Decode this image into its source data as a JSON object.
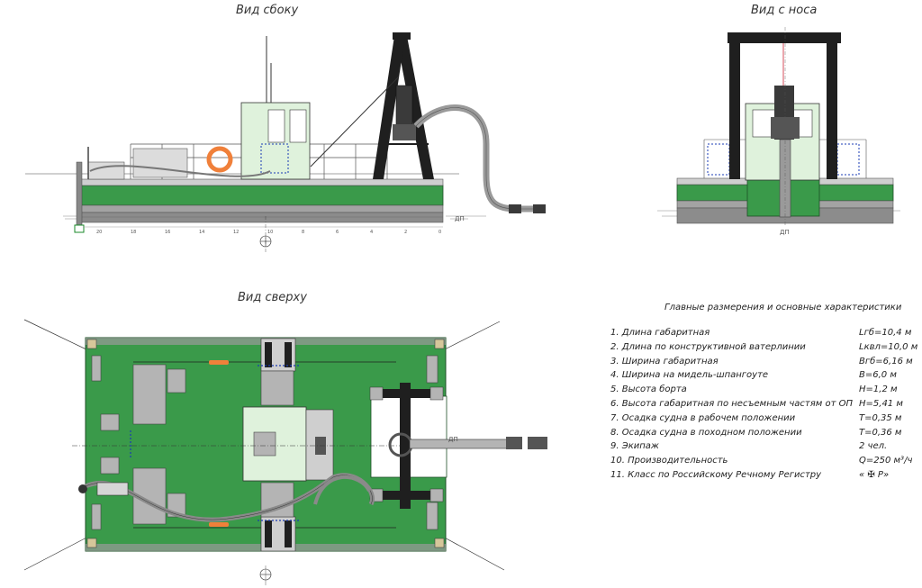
{
  "views": {
    "side": "Вид сбоку",
    "bow": "Вид с носа",
    "top": "Вид сверху"
  },
  "waterline_label": "ДП",
  "waterline_label_bow": "ДП",
  "frames": [
    "20",
    "18",
    "16",
    "14",
    "12",
    "10",
    "8",
    "6",
    "4",
    "2",
    "0"
  ],
  "specs": {
    "title": "Главные размерения и основные характеристики",
    "rows": [
      {
        "label": "1. Длина габаритная",
        "value": "Lгб=10,4 м"
      },
      {
        "label": "2. Длина по конструктивной ватерлинии",
        "value": "Lквл=10,0 м"
      },
      {
        "label": "3. Ширина габаритная",
        "value": "Bгб=6,16 м"
      },
      {
        "label": "4. Ширина на мидель-шпангоуте",
        "value": "B=6,0 м"
      },
      {
        "label": "5. Высота борта",
        "value": "H=1,2 м"
      },
      {
        "label": "6. Высота габаритная по несъемным частям от ОП",
        "value": "H=5,41 м"
      },
      {
        "label": "7. Осадка судна в рабочем положении",
        "value": "T=0,35 м"
      },
      {
        "label": "8. Осадка судна в походном положении",
        "value": "T=0,36 м"
      },
      {
        "label": "9. Экипаж",
        "value": "2 чел."
      },
      {
        "label": "10. Производительность",
        "value": "Q=250 м³/ч"
      },
      {
        "label": "11. Класс по Российскому Речному Регистру",
        "value": "« ✠ Р»"
      }
    ]
  },
  "colors": {
    "hull_green": "#3a9a4a",
    "cabin": "#dff2dc",
    "gray": "#9a9a9a",
    "frame": "#1f1f1f",
    "buoy": "#f0803a"
  }
}
